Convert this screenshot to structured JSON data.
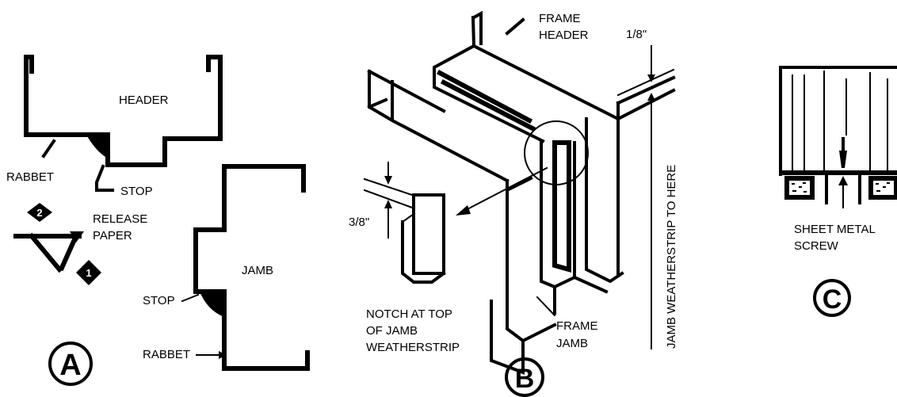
{
  "panel_a": {
    "header": "HEADER",
    "rabbet_top": "RABBET",
    "stop_top": "STOP",
    "release_paper_1": "RELEASE",
    "release_paper_2": "PAPER",
    "step_2": "2",
    "step_1": "1",
    "jamb": "JAMB",
    "stop_bottom": "STOP",
    "rabbet_bottom": "RABBET",
    "letter": "A"
  },
  "panel_b": {
    "frame_header_1": "FRAME",
    "frame_header_2": "HEADER",
    "gap_top": "1/8\"",
    "gap_side": "3/8\"",
    "vertical_label": "JAMB WEATHERSTRIP TO HERE",
    "notch_1": "NOTCH AT TOP",
    "notch_2": "OF JAMB",
    "notch_3": "WEATHERSTRIP",
    "frame_jamb_1": "FRAME",
    "frame_jamb_2": "JAMB",
    "letter": "B"
  },
  "panel_c": {
    "screw_1": "SHEET METAL",
    "screw_2": "SCREW",
    "letter": "C"
  }
}
